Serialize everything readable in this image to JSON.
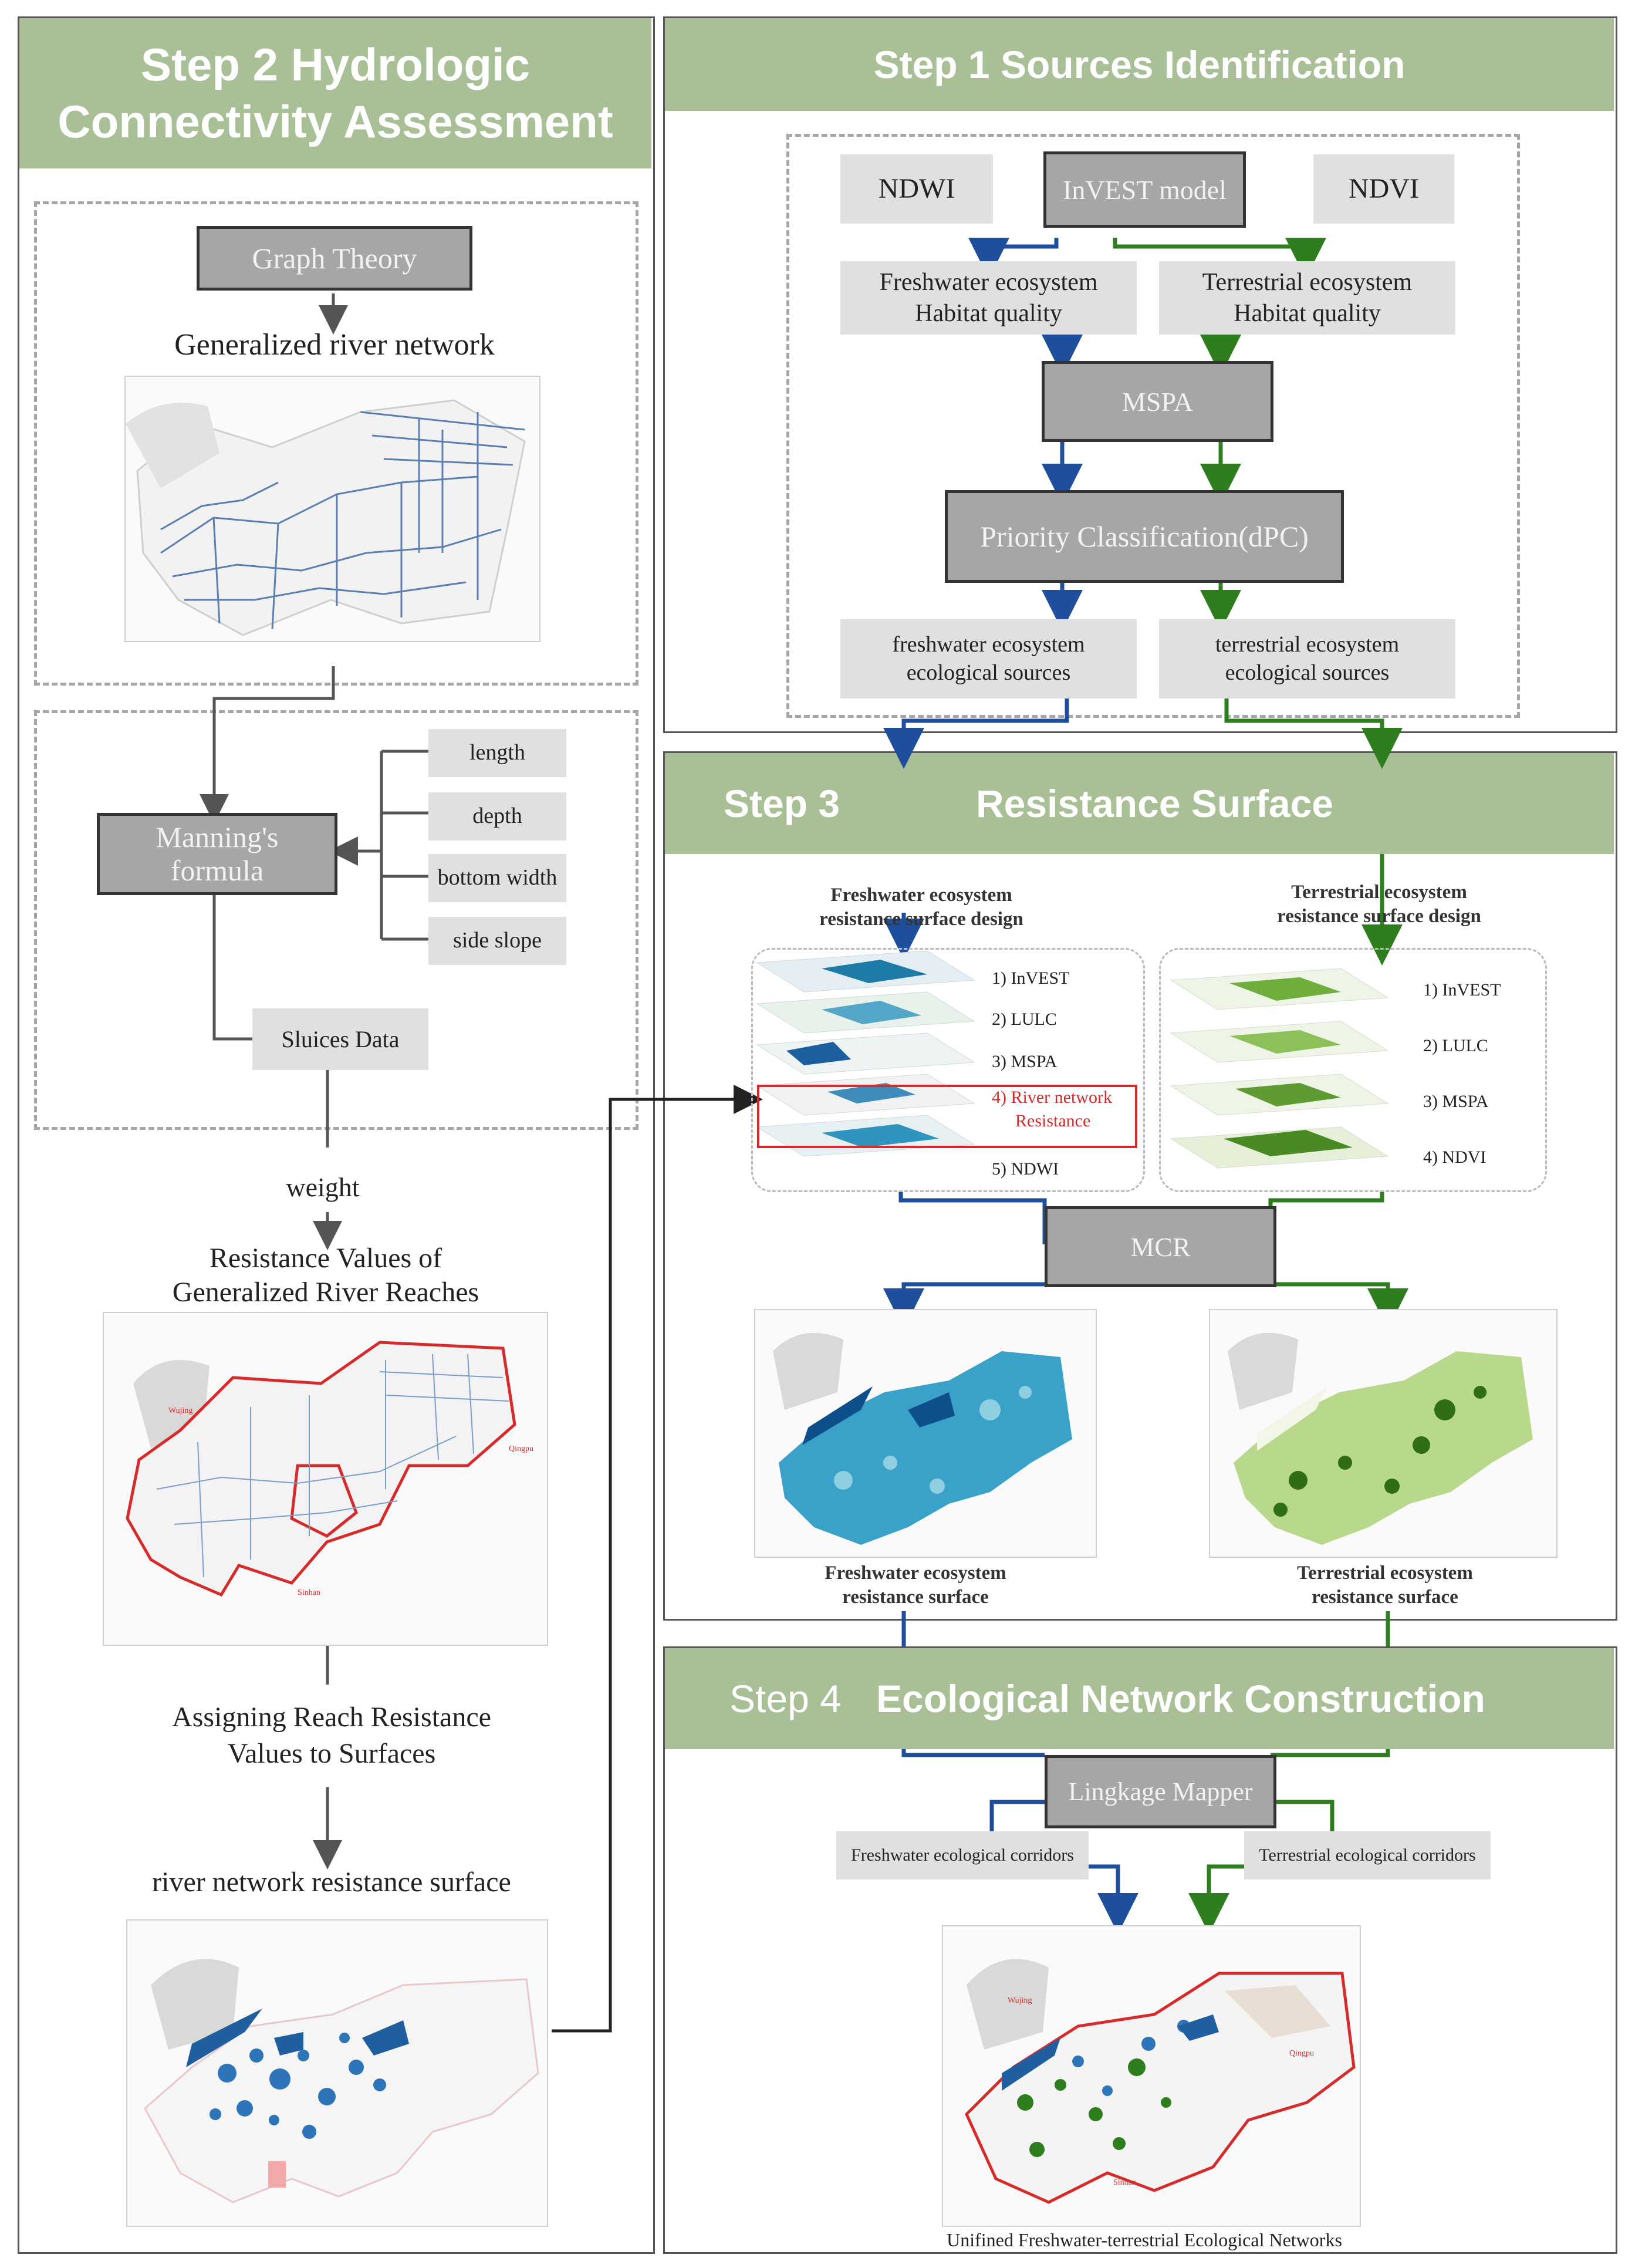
{
  "step2": {
    "title_line1": "Step 2 Hydrologic",
    "title_line2": "Connectivity Assessment",
    "graph_theory": "Graph Theory",
    "generalized_network": "Generalized river network",
    "manning_line1": "Manning's",
    "manning_line2": "formula",
    "params": [
      "length",
      "depth",
      "bottom width",
      "side slope"
    ],
    "sluices": "Sluices Data",
    "weight": "weight",
    "resistance_values_line1": "Resistance Values of",
    "resistance_values_line2": "Generalized River Reaches",
    "map_labels": {
      "wujing": "Wujing",
      "qingpu": "Qingpu",
      "sinhan": "Sinhan"
    },
    "assigning_line1": "Assigning Reach Resistance",
    "assigning_line2": "Values to Surfaces",
    "river_surface": "river network resistance surface"
  },
  "step1": {
    "title": "Step 1 Sources Identification",
    "ndwi": "NDWI",
    "invest": "InVEST model",
    "ndvi": "NDVI",
    "fw_habitat_line1": "Freshwater ecosystem",
    "fw_habitat_line2": "Habitat quality",
    "tr_habitat_line1": "Terrestrial ecosystem",
    "tr_habitat_line2": "Habitat quality",
    "mspa": "MSPA",
    "dpc": "Priority Classification(dPC)",
    "fw_sources_line1": "freshwater ecosystem",
    "fw_sources_line2": "ecological sources",
    "tr_sources_line1": "terrestrial ecosystem",
    "tr_sources_line2": "ecological sources"
  },
  "step3": {
    "step_label": "Step 3",
    "title": "Resistance Surface",
    "fw_design_line1": "Freshwater ecosystem",
    "fw_design_line2": "resistance surface design",
    "tr_design_line1": "Terrestrial ecosystem",
    "tr_design_line2": "resistance surface design",
    "fw_layers": [
      "1)  InVEST",
      "2)  LULC",
      "3)  MSPA",
      "4)  River network",
      "Resistance",
      "5)  NDWI"
    ],
    "tr_layers": [
      "1)  InVEST",
      "2)  LULC",
      "3)  MSPA",
      "4)  NDVI"
    ],
    "mcr": "MCR",
    "fw_surface_line1": "Freshwater  ecosystem",
    "fw_surface_line2": "resistance surface",
    "tr_surface_line1": "Terrestrial  ecosystem",
    "tr_surface_line2": "resistance surface"
  },
  "step4": {
    "step_label": "Step 4",
    "title": "Ecological Network Construction",
    "linkage": "Lingkage Mapper",
    "fw_corridors": "Freshwater  ecological corridors",
    "tr_corridors": "Terrestrial ecological corridors",
    "map_labels": {
      "wujing": "Wujing",
      "qingpu": "Qingpu",
      "sinhan": "Sinhan"
    },
    "caption": "Unifined  Freshwater-terrestrial Ecological Networks"
  },
  "colors": {
    "header": "#a9bf95",
    "blue": "#1f4e9c",
    "green": "#2e7d1f",
    "red": "#d62b2b",
    "dark_box": "#a6a6a6",
    "light_box": "#e0e0e0"
  }
}
